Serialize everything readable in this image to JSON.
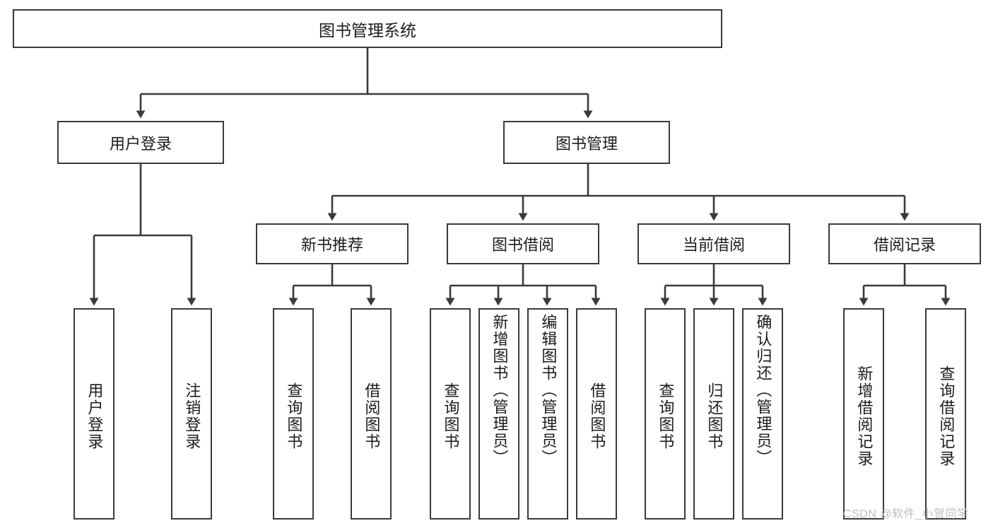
{
  "diagram": {
    "title": "图书管理系统",
    "type": "hierarchy-tree",
    "root": {
      "label": "图书管理系统"
    },
    "level1": [
      {
        "label": "用户登录"
      },
      {
        "label": "图书管理"
      }
    ],
    "level2": [
      {
        "label": "新书推荐"
      },
      {
        "label": "图书借阅"
      },
      {
        "label": "当前借阅"
      },
      {
        "label": "借阅记录"
      }
    ],
    "leaves": [
      {
        "label": "用户登录",
        "parent": "用户登录"
      },
      {
        "label": "注销登录",
        "parent": "用户登录"
      },
      {
        "label": "查询图书",
        "parent": "新书推荐"
      },
      {
        "label": "借阅图书",
        "parent": "新书推荐"
      },
      {
        "label": "查询图书",
        "parent": "图书借阅"
      },
      {
        "label": "新增图书（管理员）",
        "parent": "图书借阅"
      },
      {
        "label": "编辑图书（管理员）",
        "parent": "图书借阅"
      },
      {
        "label": "借阅图书",
        "parent": "图书借阅"
      },
      {
        "label": "查询图书",
        "parent": "当前借阅"
      },
      {
        "label": "归还图书",
        "parent": "当前借阅"
      },
      {
        "label": "确认归还（管理员）",
        "parent": "当前借阅"
      },
      {
        "label": "新增借阅记录",
        "parent": "借阅记录"
      },
      {
        "label": "查询借阅记录",
        "parent": "借阅记录"
      }
    ],
    "watermark": "CSDN @软件_小贺同学",
    "colors": {
      "border": "#3a3a3a",
      "text": "#1c1c1c",
      "background": "#ffffff",
      "watermark": "#b9bec4"
    }
  }
}
